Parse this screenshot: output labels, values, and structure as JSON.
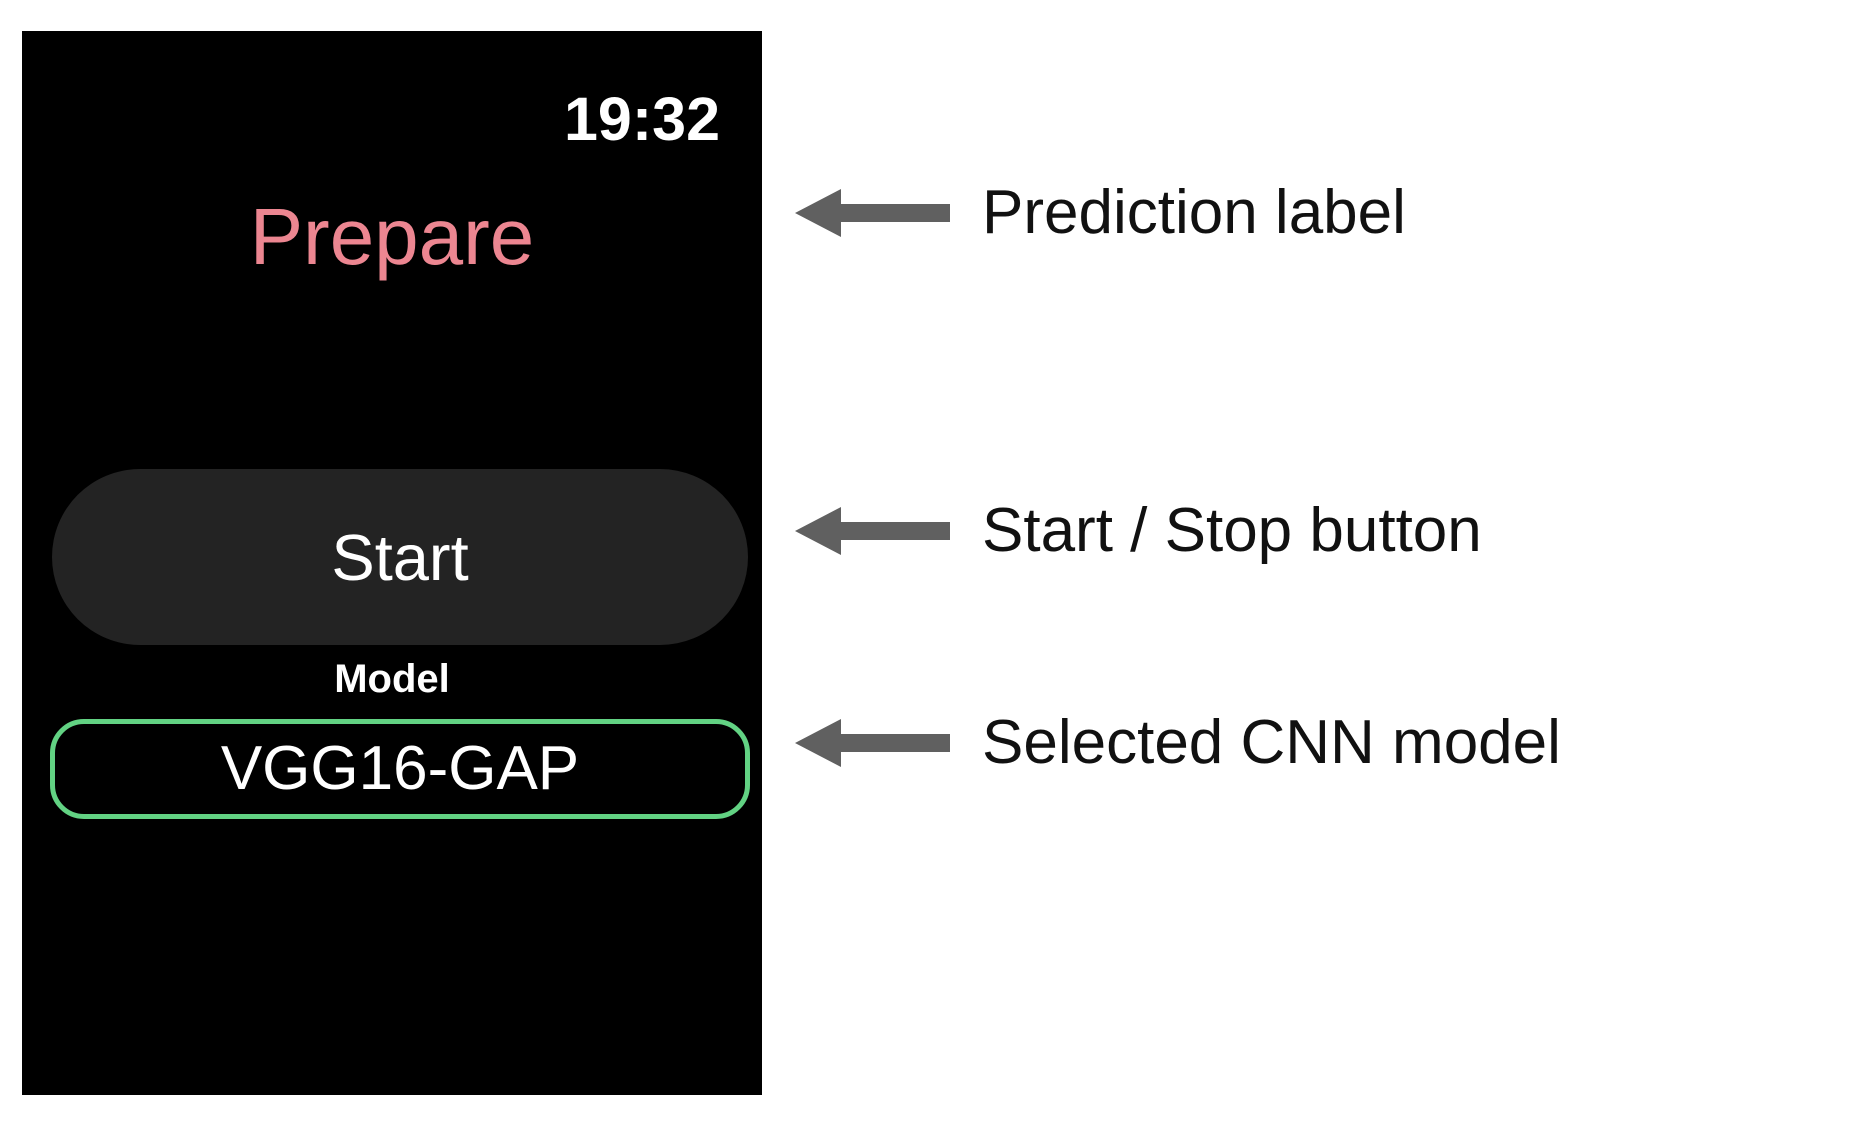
{
  "device": {
    "screen_name": "apple-watch-screen",
    "background_color": "#000000"
  },
  "status_bar": {
    "time": "19:32"
  },
  "prediction": {
    "label": "Prepare",
    "color": "#EC8691"
  },
  "controls": {
    "start_stop_label": "Start",
    "button_color": "#232323"
  },
  "model": {
    "section_label": "Model",
    "selected": "VGG16-GAP",
    "highlight_color": "#62D283"
  },
  "annotations": [
    {
      "id": "prediction-label",
      "text": "Prediction label",
      "arrow": "left-arrow-icon",
      "arrow_color": "#606060"
    },
    {
      "id": "start-stop-button",
      "text": "Start / Stop button",
      "arrow": "left-arrow-icon",
      "arrow_color": "#606060"
    },
    {
      "id": "selected-cnn-model",
      "text": "Selected CNN model",
      "arrow": "left-arrow-icon",
      "arrow_color": "#606060"
    }
  ]
}
